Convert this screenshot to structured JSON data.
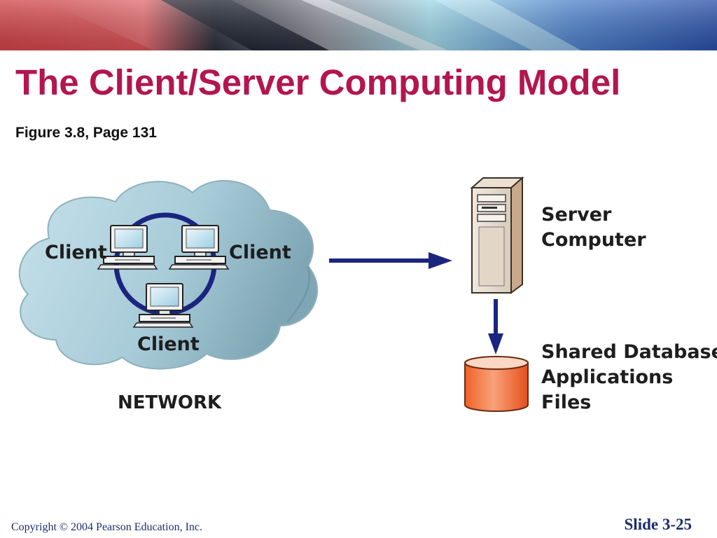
{
  "slide": {
    "title": "The Client/Server Computing Model",
    "subtitle": "Figure 3.8, Page 131"
  },
  "diagram": {
    "network": {
      "label": "NETWORK",
      "clients": [
        "Client",
        "Client",
        "Client"
      ]
    },
    "server": {
      "label_line1": "Server",
      "label_line2": "Computer"
    },
    "storage": {
      "label_line1": "Shared Database",
      "label_line2": "Applications",
      "label_line3": "Files"
    }
  },
  "footer": {
    "copyright": "Copyright © 2004 Pearson Education, Inc.",
    "slide_number": "Slide 3-25"
  },
  "colors": {
    "title": "#b3164f",
    "arrow": "#1b2580",
    "cloud": "#a9ccd8",
    "database": "#ee6128",
    "footer_text": "#1c2d6b"
  }
}
